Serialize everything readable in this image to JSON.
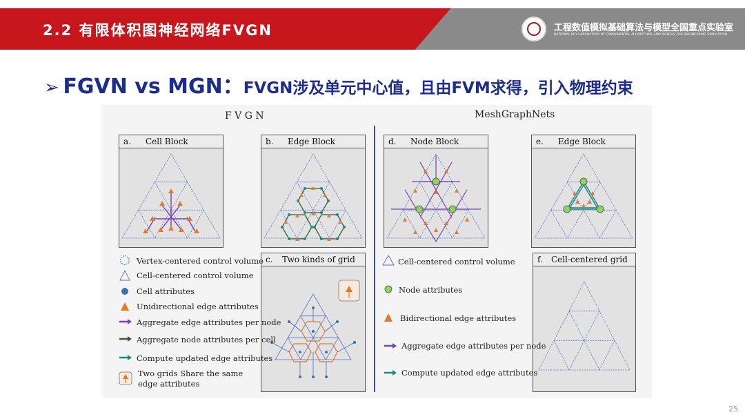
{
  "header": {
    "title": "2.2 有限体积图神经网络FVGN",
    "lab_name": "工程数值模拟基础算法与模型全国重点实验室",
    "lab_name_en": "NATIONAL KEY LABORATORY OF FUNDAMENTAL ALGORITHMS AND MODELS FOR ENGINEERING SIMULATION"
  },
  "headline": {
    "arrow": "➢",
    "main": "FGVN vs MGN：",
    "sub": "FVGN涉及单元中心值，且由FVM求得，引入物理约束"
  },
  "figure": {
    "left_title": "F V G N",
    "right_title": "MeshGraphNets",
    "panels": {
      "a": {
        "letter": "a.",
        "title": "Cell Block"
      },
      "b": {
        "letter": "b.",
        "title": "Edge Block"
      },
      "c": {
        "letter": "c.",
        "title": "Two kinds of grid"
      },
      "d": {
        "letter": "d.",
        "title": "Node Block"
      },
      "e": {
        "letter": "e.",
        "title": "Edge Block"
      },
      "f": {
        "letter": "f.",
        "title": "Cell-centered grid"
      }
    },
    "left_legend": [
      "Vertex-centered control volume",
      "Cell-centered control volume",
      "Cell attributes",
      "Unidirectional edge attributes",
      "Aggregate edge attributes per node",
      "Aggregate node attributes per cell",
      "Compute updated edge attributes",
      "Two grids Share the same edge attributes"
    ],
    "right_legend": [
      "Cell-centered control volume",
      "Node attributes",
      "Bidirectional edge attributes",
      "Aggregate edge attributes per node",
      "Compute updated edge attributes"
    ]
  },
  "colors": {
    "header_red": "#c8161d",
    "header_gray": "#8a8a8a",
    "headline_blue": "#1c2d8e",
    "mesh_blue": "#5b6fc7",
    "cell_blue": "#3f6fb7",
    "edge_orange": "#e07a2e",
    "aggregate_purple": "#7a3fb0",
    "node_dark_green": "#3d5a2a",
    "update_teal": "#1b8a86",
    "node_green": "#8fd06a"
  },
  "page_number": "25"
}
